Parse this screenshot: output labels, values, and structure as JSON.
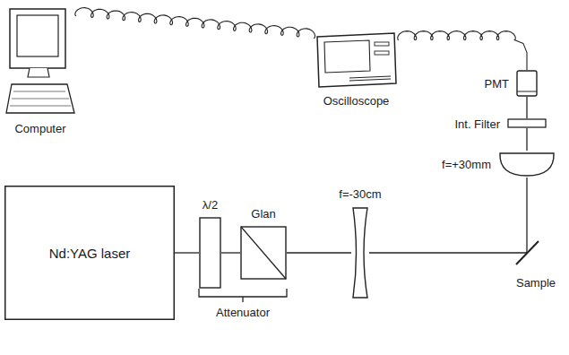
{
  "diagram": {
    "nodes": [
      {
        "text": [
          "Computer"
        ]
      },
      {
        "text": [
          "Oscilloscope"
        ]
      },
      {
        "text": [
          "PMT"
        ]
      },
      {
        "text": [
          "Int. Filter"
        ]
      },
      {
        "text": [
          "f=+30mm"
        ]
      },
      {
        "text": [
          "Nd:YAG laser"
        ]
      },
      {
        "text": [
          "λ/2"
        ]
      },
      {
        "text": [
          "Glan"
        ]
      },
      {
        "text": [
          "f=-30cm"
        ]
      },
      {
        "text": [
          "Sample"
        ]
      }
    ],
    "edges": [
      {
        "from": 0,
        "to": 1,
        "arrow": "none"
      },
      {
        "from": 1,
        "to": 2,
        "arrow": "none"
      },
      {
        "from": 5,
        "to": 6,
        "arrow": "none"
      },
      {
        "from": 6,
        "to": 7,
        "arrow": "none"
      },
      {
        "from": 7,
        "to": 8,
        "arrow": "none"
      },
      {
        "from": 8,
        "to": 9,
        "arrow": "none"
      },
      {
        "from": 9,
        "to": 4,
        "arrow": "none"
      },
      {
        "from": 4,
        "to": 3,
        "arrow": "none"
      },
      {
        "from": 3,
        "to": 2,
        "arrow": "none"
      }
    ],
    "labels": [
      "Attenuator"
    ]
  }
}
